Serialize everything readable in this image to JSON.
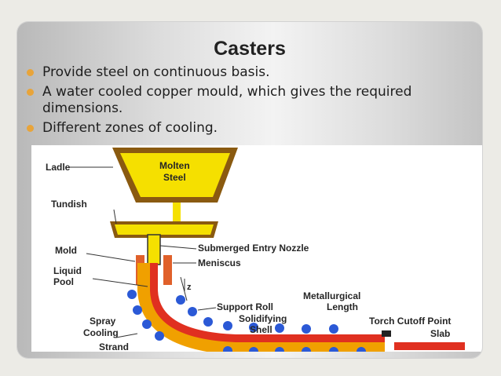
{
  "slide": {
    "title": "Casters",
    "bullets": [
      "Provide steel on continuous basis.",
      "A water cooled copper mould, which gives the required dimensions.",
      "Different zones of cooling."
    ],
    "bullet_color": "#e8a43a"
  },
  "diagram": {
    "labels": {
      "ladle": "Ladle",
      "molten_steel_1": "Molten",
      "molten_steel_2": "Steel",
      "tundish": "Tundish",
      "nozzle": "Submerged Entry Nozzle",
      "mold": "Mold",
      "meniscus": "Meniscus",
      "z": "z",
      "liquid_pool_1": "Liquid",
      "liquid_pool_2": "Pool",
      "support_roll": "Support Roll",
      "metallurgical_1": "Metallurgical",
      "metallurgical_2": "Length",
      "solidifying_1": "Solidifying",
      "solidifying_2": "Shell",
      "spray_1": "Spray",
      "spray_2": "Cooling",
      "torch": "Torch Cutoff Point",
      "slab": "Slab",
      "strand": "Strand"
    },
    "colors": {
      "ladle": "#8a5a10",
      "molten": "#f5e000",
      "steel_strand": "#e03020",
      "shell": "#f0a000",
      "roll": "#2b59d6",
      "mold": "#e0602a"
    }
  }
}
